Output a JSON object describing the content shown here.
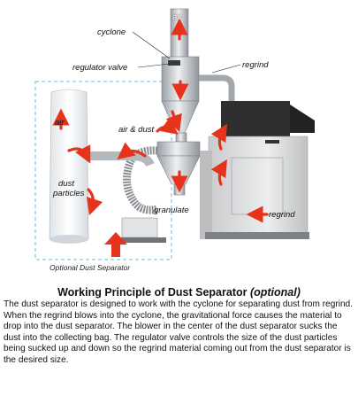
{
  "labels": {
    "air_top": "air",
    "cyclone": "cyclone",
    "regulator_valve": "regulator valve",
    "regrind_top": "regrind",
    "air_left": "air",
    "air_dust": "air & dust",
    "dust_particles_1": "dust",
    "dust_particles_2": "particles",
    "granulate": "granulate",
    "regrind_right": "regrind",
    "optional_caption": "Optional Dust Separator"
  },
  "heading": {
    "main": "Working Principle of Dust Separator ",
    "optional": "(optional)"
  },
  "body": "The dust separator is designed to work with the cyclone for separating dust from regrind. When the regrind blows into the cyclone, the gravitational force causes the material to drop into the dust separator. The blower in the center of the dust separator sucks the dust into the collecting bag. The regulator valve controls the size of the dust particles being sucked up and down so the regrind material coming out from the dust separator is the desired size.",
  "colors": {
    "arrow": "#e8331c",
    "dashed_box": "#8cc8e8",
    "machine_dark": "#2b2b2b",
    "machine_light": "#d9dadb"
  }
}
